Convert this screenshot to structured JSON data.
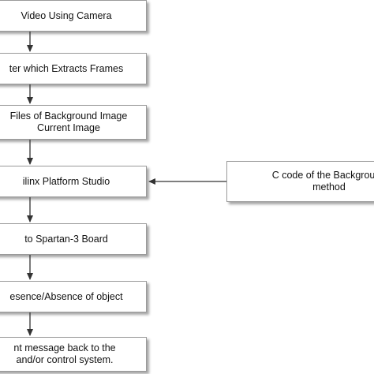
{
  "steps": [
    {
      "lines": [
        "Video Using Camera"
      ]
    },
    {
      "lines": [
        "ter which Extracts Frames"
      ]
    },
    {
      "lines": [
        "Files of Background Image",
        "Current Image"
      ]
    },
    {
      "lines": [
        "ilinx Platform Studio"
      ]
    },
    {
      "lines": [
        "to Spartan-3 Board"
      ]
    },
    {
      "lines": [
        "esence/Absence of object"
      ]
    },
    {
      "lines": [
        "nt message back to the",
        "and/or control system."
      ]
    }
  ],
  "side_input": {
    "lines": [
      "C code of the Background",
      "method"
    ]
  },
  "colors": {
    "border": "#9a9a9a",
    "arrow": "#333333"
  }
}
